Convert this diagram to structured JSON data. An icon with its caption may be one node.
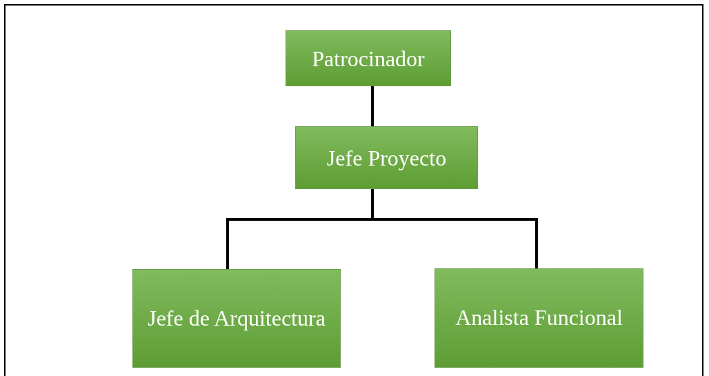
{
  "diagram": {
    "nodes": [
      {
        "text": [
          "Patrocinador"
        ]
      },
      {
        "text": [
          "Jefe Proyecto"
        ]
      },
      {
        "text": [
          "Jefe de Arquitectura"
        ]
      },
      {
        "text": [
          "Analista Funcional"
        ]
      }
    ],
    "edges": [
      {
        "from": 0,
        "to": 1,
        "arrow": "none"
      },
      {
        "from": 1,
        "to": 2,
        "arrow": "none"
      },
      {
        "from": 1,
        "to": 3,
        "arrow": "none"
      }
    ]
  }
}
